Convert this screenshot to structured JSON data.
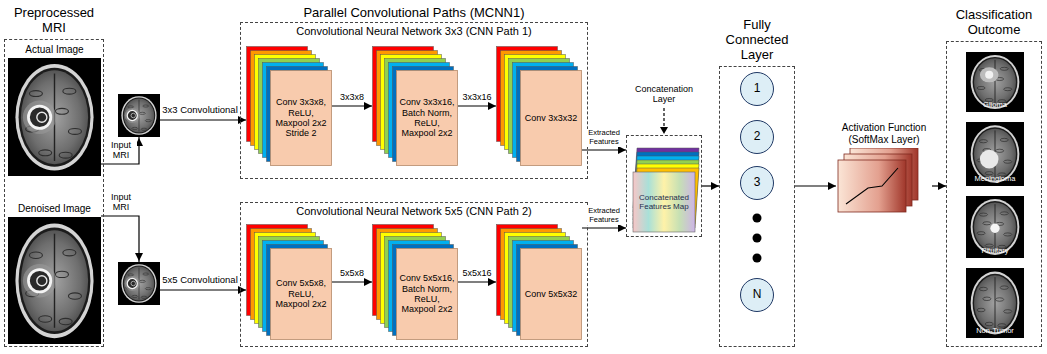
{
  "diagram": {
    "nodes": [
      {
        "text": [
          "Preprocessed MRI"
        ]
      },
      {
        "text": [
          "Actual Image"
        ],
        "in": 0
      },
      {
        "text": [
          "Denoised Image"
        ],
        "in": 0
      },
      {
        "text": [
          "Convolutional Neural Network 3x3 (CNN Path 1)"
        ]
      },
      {
        "text": [
          "Conv 3x3x8, ReLU, Maxpool 2x2 Stride 2"
        ],
        "in": 3
      },
      {
        "text": [
          "Conv 3x3x16, Batch Norm, ReLU, Maxpool 2x2"
        ],
        "in": 3
      },
      {
        "text": [
          "Conv 3x3x32"
        ],
        "in": 3
      },
      {
        "text": [
          "Convolutional Neural Network 5x5 (CNN Path 2)"
        ]
      },
      {
        "text": [
          "Conv 5x5x8, ReLU, Maxpool 2x2"
        ],
        "in": 7
      },
      {
        "text": [
          "Conv 5x5x16, Batch Norm, ReLU, Maxpool 2x2"
        ],
        "in": 7
      },
      {
        "text": [
          "Conv 5x5x32"
        ],
        "in": 7
      },
      {
        "text": [
          "Concatenated Features Map"
        ]
      },
      {
        "text": [
          "Fully Connected Layer"
        ]
      },
      {
        "text": [
          "1"
        ],
        "in": 12
      },
      {
        "text": [
          "2"
        ],
        "in": 12
      },
      {
        "text": [
          "3"
        ],
        "in": 12
      },
      {
        "text": [
          "N"
        ],
        "in": 12
      },
      {
        "text": [
          "Activation Function (SoftMax Layer)"
        ]
      },
      {
        "text": [
          "Classification Outcome"
        ]
      },
      {
        "text": [
          "Glioma"
        ],
        "in": 18
      },
      {
        "text": [
          "Meningioma"
        ],
        "in": 18
      },
      {
        "text": [
          "Pituitary"
        ],
        "in": 18
      },
      {
        "text": [
          "Non-Tumor"
        ],
        "in": 18
      }
    ],
    "edges": [
      {
        "from": 1,
        "to": 4,
        "arrow": "to",
        "label": "Input MRI"
      },
      {
        "from": 2,
        "to": 8,
        "arrow": "to",
        "label": "Input MRI"
      },
      {
        "from": 4,
        "to": 5,
        "arrow": "to",
        "label": "3x3x8"
      },
      {
        "from": 5,
        "to": 6,
        "arrow": "to",
        "label": "3x3x16"
      },
      {
        "from": 8,
        "to": 9,
        "arrow": "to",
        "label": "5x5x8"
      },
      {
        "from": 9,
        "to": 10,
        "arrow": "to",
        "label": "5x5x16"
      },
      {
        "from": 6,
        "to": 11,
        "arrow": "to",
        "label": "Extracted Features"
      },
      {
        "from": 10,
        "to": 11,
        "arrow": "to",
        "label": "Extracted Features"
      },
      {
        "from": 11,
        "to": 12,
        "arrow": "to"
      },
      {
        "from": 12,
        "to": 17,
        "arrow": "to"
      },
      {
        "from": 17,
        "to": 18,
        "arrow": "to"
      }
    ],
    "labels": [
      "Parallel Convolutional Paths (MCNN1)",
      "3x3 Convolutional",
      "5x5 Convolutional",
      "Concatenation Layer"
    ]
  }
}
